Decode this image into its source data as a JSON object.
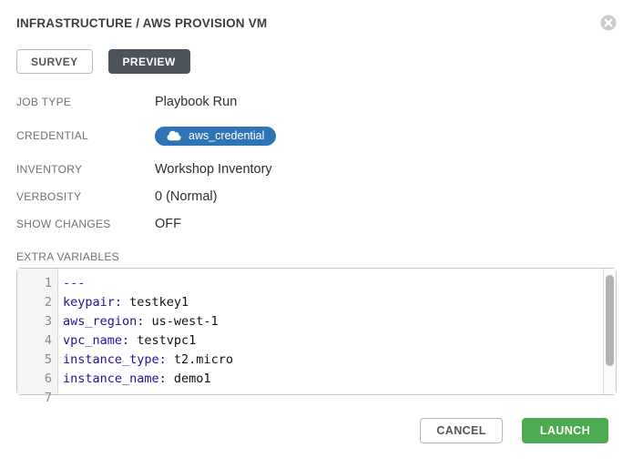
{
  "header": {
    "title": "INFRASTRUCTURE / AWS PROVISION VM"
  },
  "tabs": [
    {
      "label": "SURVEY",
      "active": false
    },
    {
      "label": "PREVIEW",
      "active": true
    }
  ],
  "details": [
    {
      "label": "JOB TYPE",
      "value": "Playbook Run"
    },
    {
      "label": "CREDENTIAL",
      "value": "aws_credential",
      "type": "badge",
      "icon": "cloud-icon"
    },
    {
      "label": "INVENTORY",
      "value": "Workshop Inventory"
    },
    {
      "label": "VERBOSITY",
      "value": "0 (Normal)"
    },
    {
      "label": "SHOW CHANGES",
      "value": "OFF"
    }
  ],
  "extra_variables": {
    "label": "EXTRA VARIABLES",
    "lines": [
      {
        "number": "1",
        "meta": "---",
        "key": "",
        "value": ""
      },
      {
        "number": "2",
        "meta": "",
        "key": "keypair:",
        "value": " testkey1"
      },
      {
        "number": "3",
        "meta": "",
        "key": "aws_region:",
        "value": " us-west-1"
      },
      {
        "number": "4",
        "meta": "",
        "key": "vpc_name:",
        "value": " testvpc1"
      },
      {
        "number": "5",
        "meta": "",
        "key": "instance_type:",
        "value": " t2.micro"
      },
      {
        "number": "6",
        "meta": "",
        "key": "instance_name:",
        "value": " demo1"
      },
      {
        "number": "7",
        "meta": "",
        "key": "",
        "value": ""
      }
    ]
  },
  "footer": {
    "cancel_label": "CANCEL",
    "launch_label": "LAUNCH"
  },
  "colors": {
    "badge_blue": "#2e75b5",
    "launch_green": "#4cab50",
    "active_tab": "#4e545b",
    "yaml_key_navy": "#221199",
    "yaml_meta_blue": "#2424d6"
  }
}
